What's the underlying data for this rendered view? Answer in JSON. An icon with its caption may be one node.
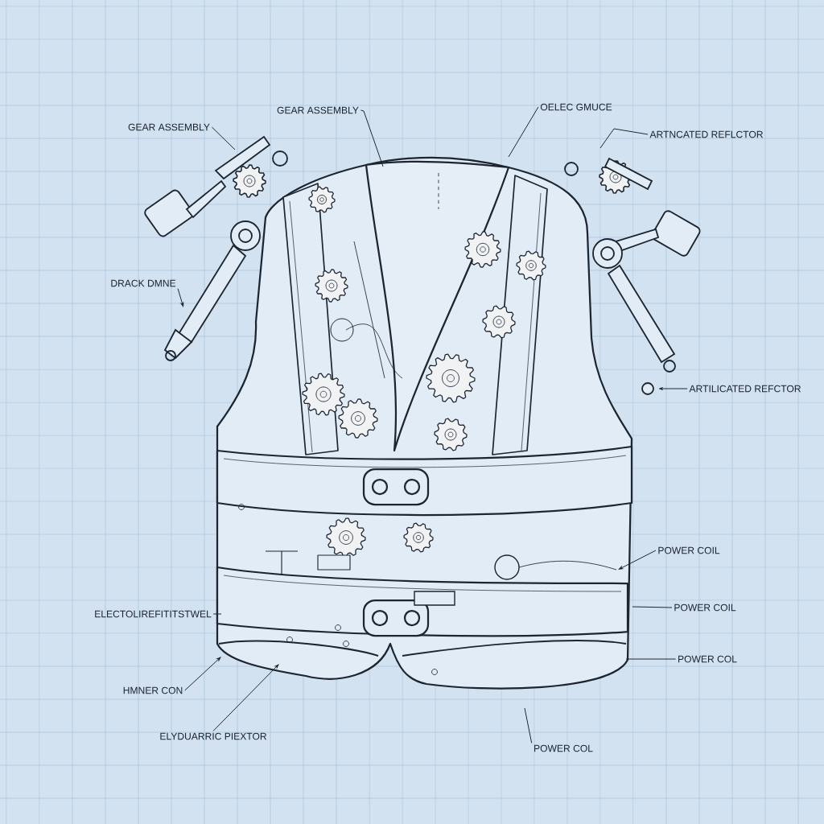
{
  "diagram": {
    "nodes": [
      {
        "text": [
          "GEAR ASSEMBLY"
        ]
      },
      {
        "text": [
          "GEAR ASSEMBLY"
        ]
      },
      {
        "text": [
          "OELEC GMUCE"
        ]
      },
      {
        "text": [
          "ARTNCATED REFLCTOR"
        ]
      },
      {
        "text": [
          "DRACK DMNE"
        ]
      },
      {
        "text": [
          "ARTILICATED REFCTOR"
        ]
      },
      {
        "text": [
          "POWER COIL"
        ]
      },
      {
        "text": [
          "POWER COIL"
        ]
      },
      {
        "text": [
          "POWER COL"
        ]
      },
      {
        "text": [
          "ELECTOLIREFITITSTWEL"
        ]
      },
      {
        "text": [
          "HMNER CON"
        ]
      },
      {
        "text": [
          "ELYDUARRIC PIEXTOR"
        ]
      },
      {
        "text": [
          "POWER COL"
        ]
      },
      {
        "text": [],
        "shape": "picture"
      }
    ],
    "edges": [
      {
        "from": 0,
        "to": null,
        "arrow": "none"
      },
      {
        "from": 1,
        "to": 13,
        "arrow": "none"
      },
      {
        "from": 2,
        "to": 13,
        "arrow": "none"
      },
      {
        "from": 3,
        "to": null,
        "arrow": "none"
      },
      {
        "from": 4,
        "to": null,
        "arrow": "to"
      },
      {
        "from": 5,
        "to": null,
        "arrow": "to"
      },
      {
        "from": 6,
        "to": 13,
        "arrow": "to"
      },
      {
        "from": 7,
        "to": 13,
        "arrow": "none"
      },
      {
        "from": 8,
        "to": 13,
        "arrow": "none"
      },
      {
        "from": 9,
        "to": 13,
        "arrow": "none"
      },
      {
        "from": 10,
        "to": 13,
        "arrow": "to"
      },
      {
        "from": 11,
        "to": 13,
        "arrow": "to"
      },
      {
        "from": 12,
        "to": 13,
        "arrow": "none"
      }
    ]
  }
}
